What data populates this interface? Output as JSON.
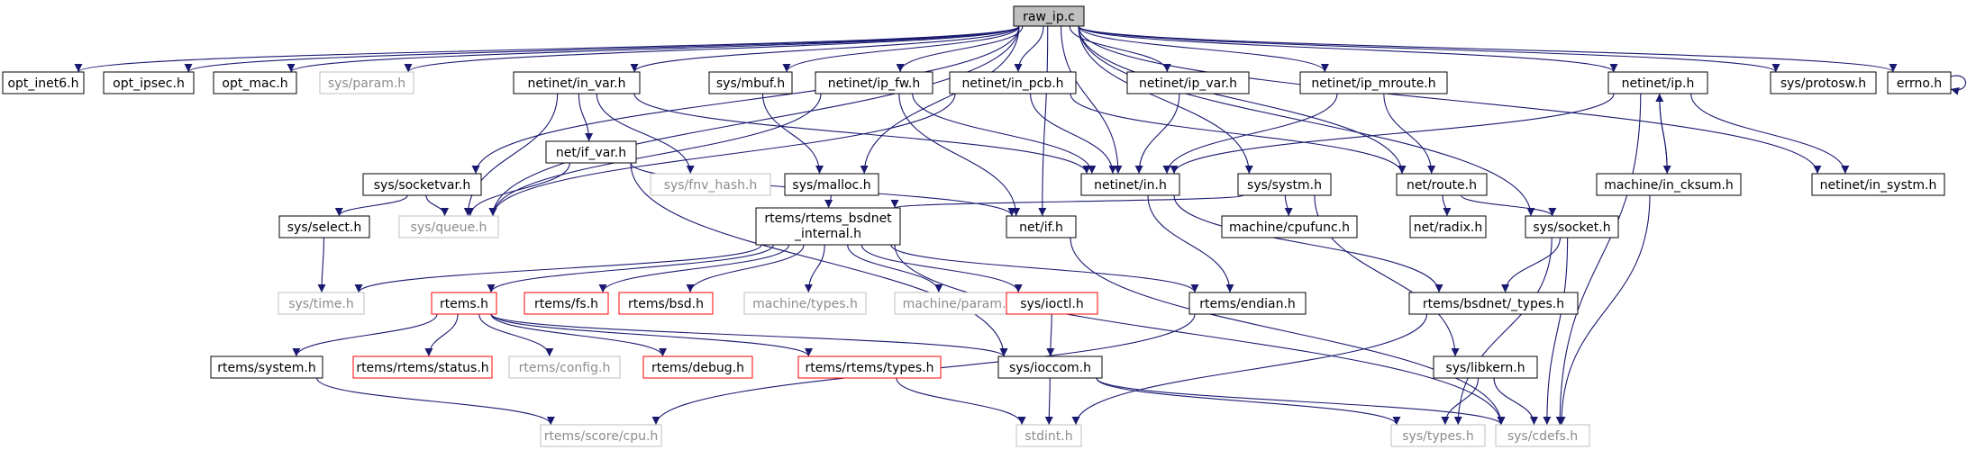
{
  "colors": {
    "edge": "#191970",
    "normal": "#000000",
    "external": "#bfbfbf",
    "missing": "#ff0000",
    "root_fill": "#bfbfbf"
  },
  "nodes": {
    "root": {
      "label": "raw_ip.c",
      "kind": "root"
    },
    "opt_inet6": {
      "label": "opt_inet6.h",
      "kind": "normal"
    },
    "opt_ipsec": {
      "label": "opt_ipsec.h",
      "kind": "normal"
    },
    "opt_mac": {
      "label": "opt_mac.h",
      "kind": "normal"
    },
    "sys_param": {
      "label": "sys/param.h",
      "kind": "external"
    },
    "netinet_in_var": {
      "label": "netinet/in_var.h",
      "kind": "normal"
    },
    "sys_mbuf": {
      "label": "sys/mbuf.h",
      "kind": "normal"
    },
    "netinet_ip_fw": {
      "label": "netinet/ip_fw.h",
      "kind": "normal"
    },
    "netinet_in_pcb": {
      "label": "netinet/in_pcb.h",
      "kind": "normal"
    },
    "netinet_ip_var": {
      "label": "netinet/ip_var.h",
      "kind": "normal"
    },
    "netinet_ip_mroute": {
      "label": "netinet/ip_mroute.h",
      "kind": "normal"
    },
    "netinet_ip": {
      "label": "netinet/ip.h",
      "kind": "normal"
    },
    "sys_protosw": {
      "label": "sys/protosw.h",
      "kind": "normal"
    },
    "errno": {
      "label": "errno.h",
      "kind": "normal"
    },
    "sys_socketvar": {
      "label": "sys/socketvar.h",
      "kind": "normal"
    },
    "net_if_var": {
      "label": "net/if_var.h",
      "kind": "normal"
    },
    "sys_fnv_hash": {
      "label": "sys/fnv_hash.h",
      "kind": "external"
    },
    "sys_malloc": {
      "label": "sys/malloc.h",
      "kind": "normal"
    },
    "netinet_in": {
      "label": "netinet/in.h",
      "kind": "normal"
    },
    "sys_systm": {
      "label": "sys/systm.h",
      "kind": "normal"
    },
    "net_route": {
      "label": "net/route.h",
      "kind": "normal"
    },
    "machine_in_cksum": {
      "label": "machine/in_cksum.h",
      "kind": "normal"
    },
    "netinet_in_systm": {
      "label": "netinet/in_systm.h",
      "kind": "normal"
    },
    "sys_select": {
      "label": "sys/select.h",
      "kind": "normal"
    },
    "sys_queue": {
      "label": "sys/queue.h",
      "kind": "external"
    },
    "rtems_bsdnet_internal": {
      "label": "rtems/rtems_bsdnet",
      "label2": "_internal.h",
      "kind": "normal"
    },
    "net_if": {
      "label": "net/if.h",
      "kind": "normal"
    },
    "machine_cpufunc": {
      "label": "machine/cpufunc.h",
      "kind": "normal"
    },
    "net_radix": {
      "label": "net/radix.h",
      "kind": "normal"
    },
    "sys_socket": {
      "label": "sys/socket.h",
      "kind": "normal"
    },
    "sys_time": {
      "label": "sys/time.h",
      "kind": "external"
    },
    "rtems": {
      "label": "rtems.h",
      "kind": "missing"
    },
    "rtems_fs": {
      "label": "rtems/fs.h",
      "kind": "missing"
    },
    "rtems_bsd": {
      "label": "rtems/bsd.h",
      "kind": "missing"
    },
    "machine_types": {
      "label": "machine/types.h",
      "kind": "external"
    },
    "machine_param": {
      "label": "machine/param.h",
      "kind": "external"
    },
    "sys_ioctl": {
      "label": "sys/ioctl.h",
      "kind": "missing"
    },
    "rtems_endian": {
      "label": "rtems/endian.h",
      "kind": "normal"
    },
    "rtems_bsdnet_types": {
      "label": "rtems/bsdnet/_types.h",
      "kind": "normal"
    },
    "rtems_system": {
      "label": "rtems/system.h",
      "kind": "normal"
    },
    "rtems_rtems_status": {
      "label": "rtems/rtems/status.h",
      "kind": "missing"
    },
    "rtems_config": {
      "label": "rtems/config.h",
      "kind": "external"
    },
    "rtems_debug": {
      "label": "rtems/debug.h",
      "kind": "missing"
    },
    "rtems_rtems_types": {
      "label": "rtems/rtems/types.h",
      "kind": "missing"
    },
    "sys_ioccom": {
      "label": "sys/ioccom.h",
      "kind": "normal"
    },
    "sys_libkern": {
      "label": "sys/libkern.h",
      "kind": "normal"
    },
    "rtems_score_cpu": {
      "label": "rtems/score/cpu.h",
      "kind": "external"
    },
    "stdint": {
      "label": "stdint.h",
      "kind": "external"
    },
    "sys_types": {
      "label": "sys/types.h",
      "kind": "external"
    },
    "sys_cdefs": {
      "label": "sys/cdefs.h",
      "kind": "external"
    }
  },
  "edges": [
    [
      "root",
      "opt_inet6"
    ],
    [
      "root",
      "opt_ipsec"
    ],
    [
      "root",
      "opt_mac"
    ],
    [
      "root",
      "sys_param"
    ],
    [
      "root",
      "netinet_in_var"
    ],
    [
      "root",
      "sys_mbuf"
    ],
    [
      "root",
      "netinet_ip_fw"
    ],
    [
      "root",
      "netinet_in_pcb"
    ],
    [
      "root",
      "netinet_ip_var"
    ],
    [
      "root",
      "netinet_ip_mroute"
    ],
    [
      "root",
      "netinet_ip"
    ],
    [
      "root",
      "sys_protosw"
    ],
    [
      "root",
      "errno"
    ],
    [
      "root",
      "sys_socketvar"
    ],
    [
      "root",
      "sys_queue"
    ],
    [
      "root",
      "sys_malloc"
    ],
    [
      "root",
      "netinet_in"
    ],
    [
      "root",
      "sys_systm"
    ],
    [
      "root",
      "net_route"
    ],
    [
      "root",
      "sys_socket"
    ],
    [
      "root",
      "net_if"
    ],
    [
      "root",
      "netinet_in_systm"
    ],
    [
      "errno",
      "errno"
    ],
    [
      "netinet_in_var",
      "net_if_var"
    ],
    [
      "netinet_in_var",
      "sys_fnv_hash"
    ],
    [
      "netinet_in_var",
      "netinet_in"
    ],
    [
      "netinet_in_var",
      "sys_queue"
    ],
    [
      "sys_mbuf",
      "sys_malloc"
    ],
    [
      "netinet_ip_fw",
      "netinet_in"
    ],
    [
      "netinet_ip_fw",
      "net_if"
    ],
    [
      "netinet_ip_fw",
      "sys_queue"
    ],
    [
      "netinet_in_pcb",
      "netinet_in"
    ],
    [
      "netinet_in_pcb",
      "net_route"
    ],
    [
      "netinet_in_pcb",
      "sys_queue"
    ],
    [
      "netinet_ip_var",
      "netinet_in"
    ],
    [
      "netinet_ip_mroute",
      "netinet_in"
    ],
    [
      "netinet_ip_mroute",
      "net_route"
    ],
    [
      "netinet_ip",
      "netinet_in"
    ],
    [
      "netinet_ip",
      "machine_in_cksum"
    ],
    [
      "netinet_ip",
      "netinet_in_systm"
    ],
    [
      "netinet_ip",
      "sys_cdefs"
    ],
    [
      "machine_in_cksum",
      "netinet_ip"
    ],
    [
      "machine_in_cksum",
      "sys_cdefs"
    ],
    [
      "sys_socketvar",
      "sys_select"
    ],
    [
      "sys_socketvar",
      "sys_queue"
    ],
    [
      "net_if_var",
      "sys_queue"
    ],
    [
      "net_if_var",
      "net_if"
    ],
    [
      "net_if_var",
      "sys_ioccom"
    ],
    [
      "sys_malloc",
      "rtems_bsdnet_internal"
    ],
    [
      "netinet_in",
      "rtems_endian"
    ],
    [
      "netinet_in",
      "rtems_bsdnet_types"
    ],
    [
      "sys_systm",
      "rtems_bsdnet_internal"
    ],
    [
      "sys_systm",
      "machine_cpufunc"
    ],
    [
      "sys_systm",
      "sys_libkern"
    ],
    [
      "net_route",
      "net_radix"
    ],
    [
      "net_route",
      "sys_socket"
    ],
    [
      "sys_select",
      "sys_time"
    ],
    [
      "rtems_bsdnet_internal",
      "sys_time"
    ],
    [
      "rtems_bsdnet_internal",
      "rtems"
    ],
    [
      "rtems_bsdnet_internal",
      "rtems_fs"
    ],
    [
      "rtems_bsdnet_internal",
      "rtems_bsd"
    ],
    [
      "rtems_bsdnet_internal",
      "machine_types"
    ],
    [
      "rtems_bsdnet_internal",
      "machine_param"
    ],
    [
      "rtems_bsdnet_internal",
      "sys_ioctl"
    ],
    [
      "rtems_bsdnet_internal",
      "rtems_endian"
    ],
    [
      "rtems_bsdnet_internal",
      "sys_cdefs"
    ],
    [
      "net_if",
      "sys_cdefs"
    ],
    [
      "sys_socket",
      "rtems_bsdnet_types"
    ],
    [
      "sys_socket",
      "sys_types"
    ],
    [
      "sys_socket",
      "sys_cdefs"
    ],
    [
      "rtems",
      "rtems_system"
    ],
    [
      "rtems",
      "rtems_rtems_status"
    ],
    [
      "rtems",
      "rtems_config"
    ],
    [
      "rtems",
      "rtems_debug"
    ],
    [
      "rtems",
      "rtems_rtems_types"
    ],
    [
      "rtems",
      "sys_ioccom"
    ],
    [
      "sys_ioctl",
      "sys_ioccom"
    ],
    [
      "rtems_endian",
      "rtems_score_cpu"
    ],
    [
      "rtems_bsdnet_types",
      "stdint"
    ],
    [
      "rtems_system",
      "rtems_score_cpu"
    ],
    [
      "rtems_rtems_types",
      "stdint"
    ],
    [
      "sys_ioccom",
      "stdint"
    ],
    [
      "sys_ioccom",
      "sys_types"
    ],
    [
      "sys_ioccom",
      "sys_cdefs"
    ],
    [
      "sys_libkern",
      "sys_types"
    ],
    [
      "sys_libkern",
      "sys_cdefs"
    ]
  ]
}
